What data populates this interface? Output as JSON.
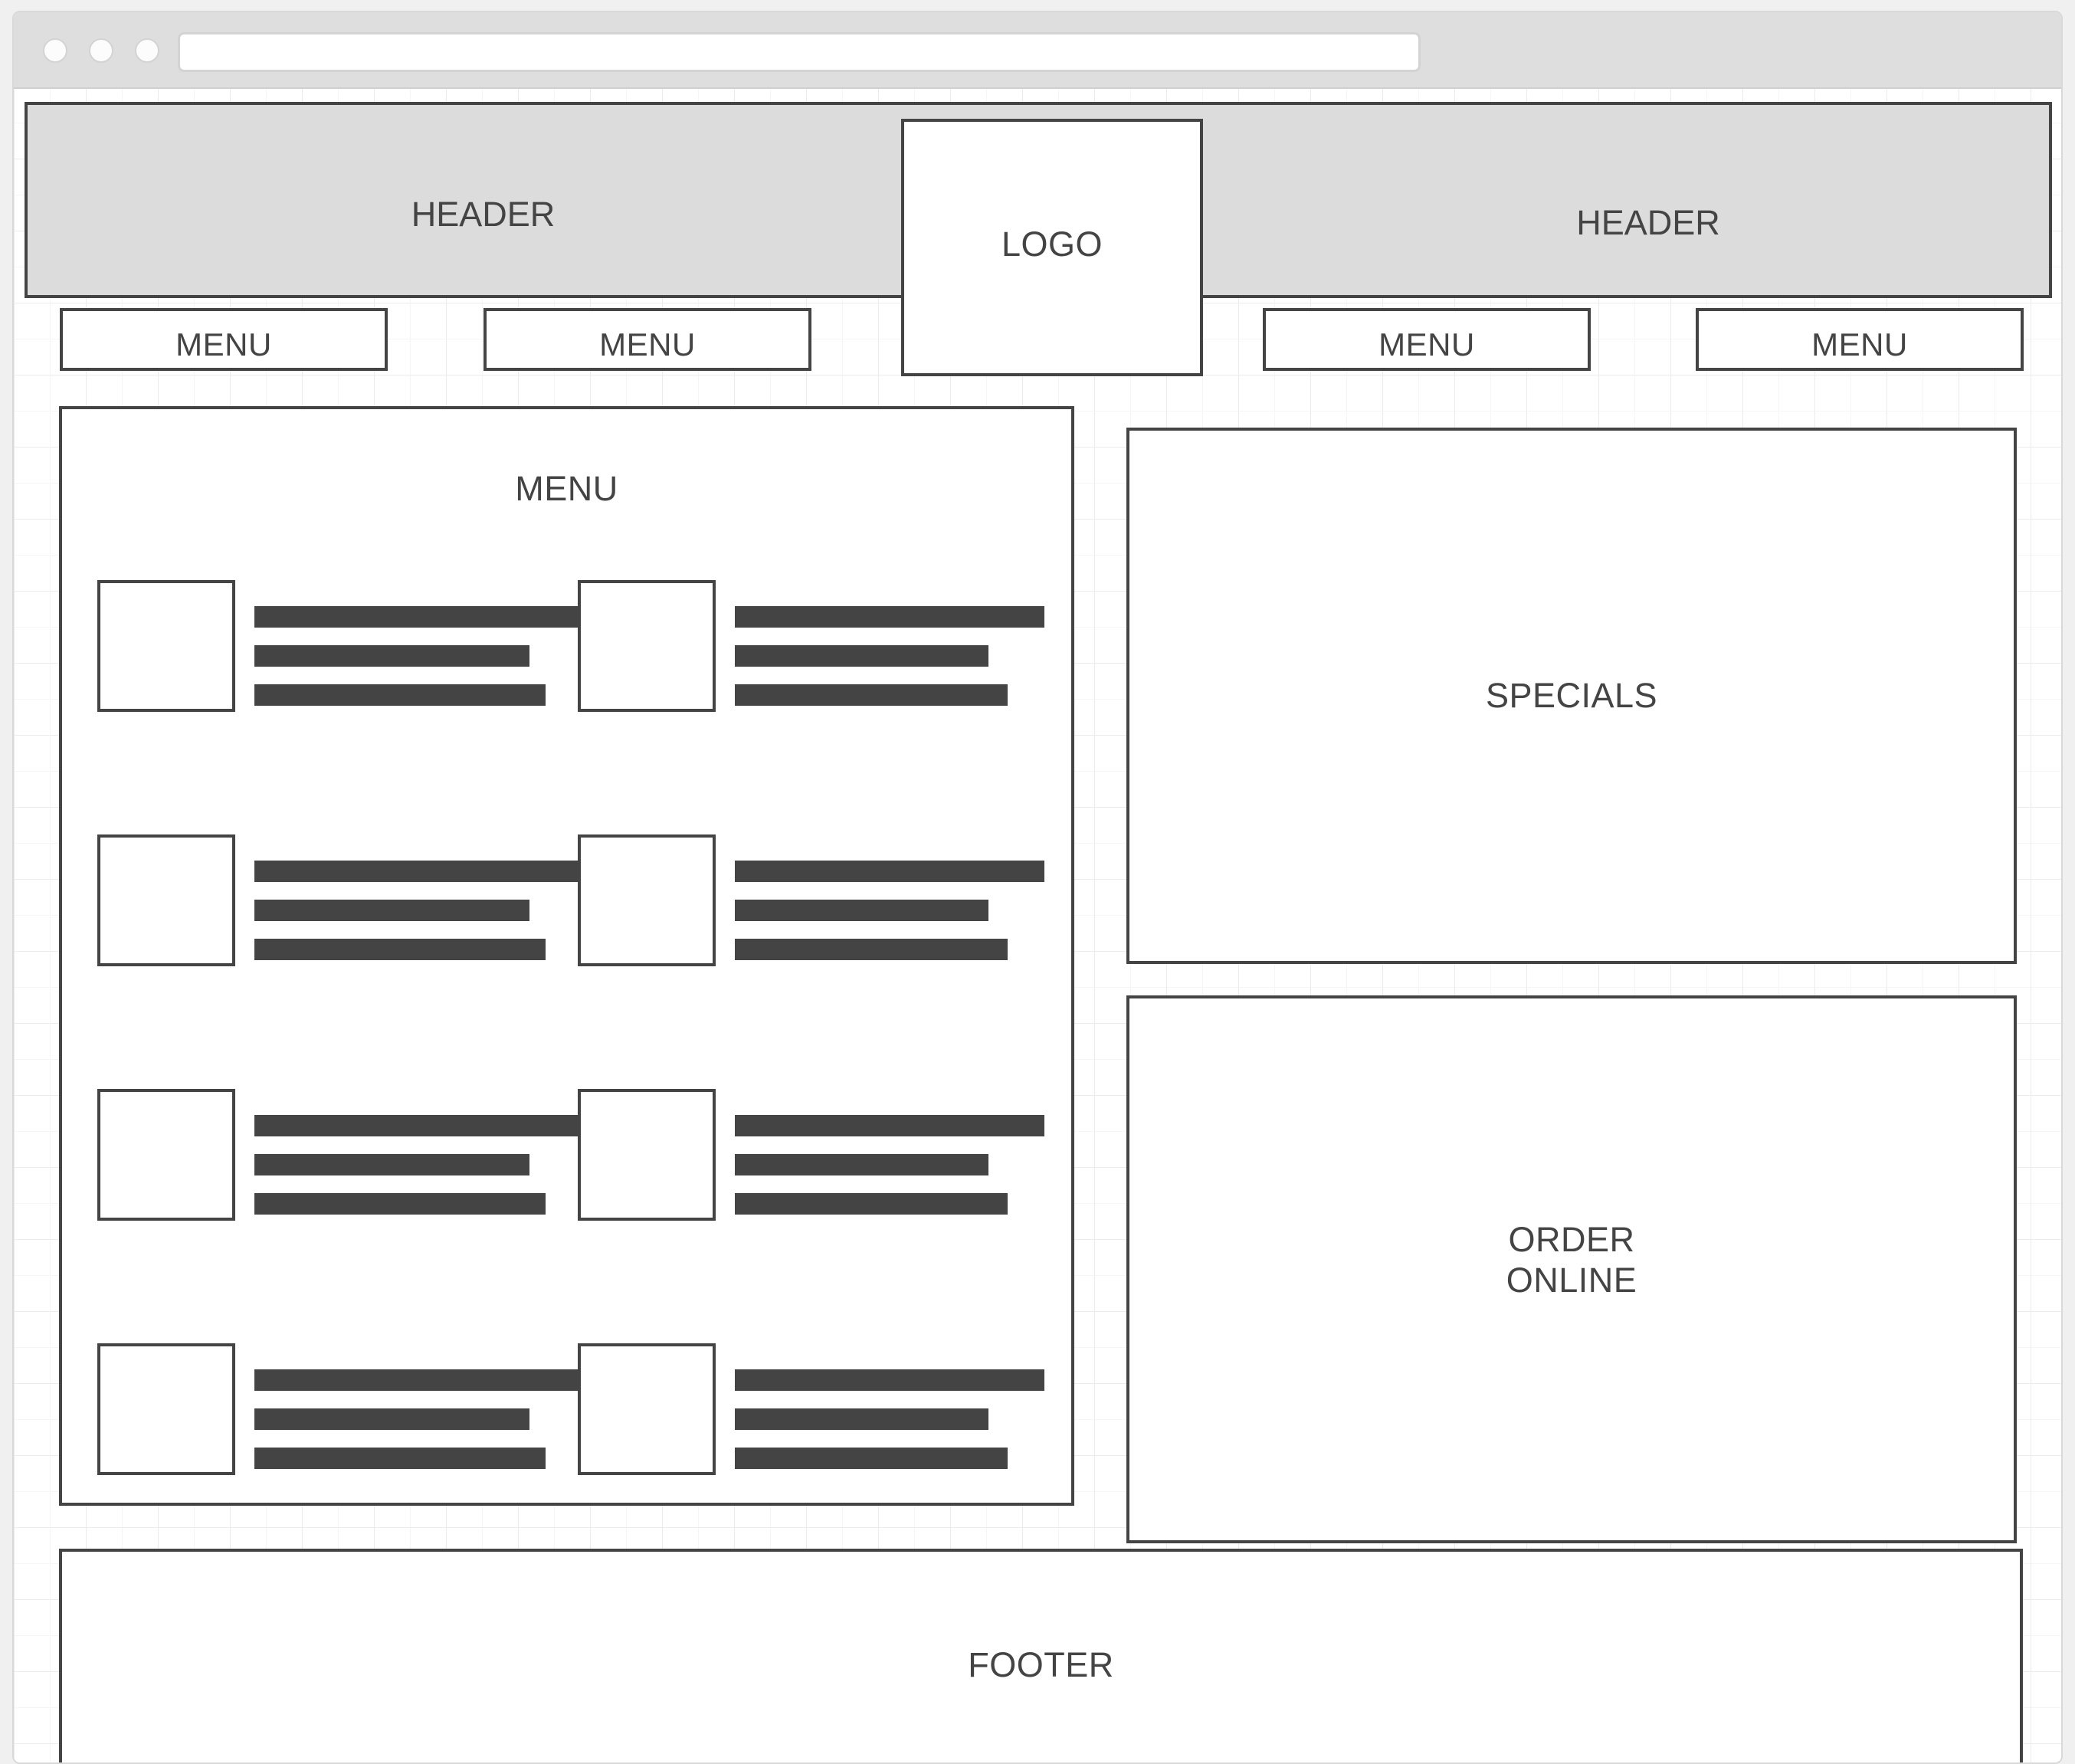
{
  "browser": {
    "traffic_lights": [
      "close-dot",
      "minimize-dot",
      "maximize-dot"
    ],
    "address_bar": {
      "value": "",
      "placeholder": ""
    }
  },
  "header": {
    "left_label": "HEADER",
    "right_label": "HEADER",
    "logo_label": "LOGO",
    "background_color": "#dcdcdc"
  },
  "nav": {
    "items": [
      {
        "label": "MENU"
      },
      {
        "label": "MENU"
      },
      {
        "label": "MENU"
      },
      {
        "label": "MENU"
      }
    ]
  },
  "menu_panel": {
    "title": "MENU",
    "items": [
      {
        "thumb": "image-placeholder",
        "line_widths": [
          "100%",
          "85%",
          "90%"
        ]
      },
      {
        "thumb": "image-placeholder",
        "line_widths": [
          "100%",
          "82%",
          "88%"
        ]
      },
      {
        "thumb": "image-placeholder",
        "line_widths": [
          "100%",
          "85%",
          "90%"
        ]
      },
      {
        "thumb": "image-placeholder",
        "line_widths": [
          "100%",
          "82%",
          "88%"
        ]
      },
      {
        "thumb": "image-placeholder",
        "line_widths": [
          "100%",
          "85%",
          "90%"
        ]
      },
      {
        "thumb": "image-placeholder",
        "line_widths": [
          "100%",
          "82%",
          "88%"
        ]
      },
      {
        "thumb": "image-placeholder",
        "line_widths": [
          "100%",
          "85%",
          "90%"
        ]
      },
      {
        "thumb": "image-placeholder",
        "line_widths": [
          "100%",
          "82%",
          "88%"
        ]
      }
    ]
  },
  "specials_panel": {
    "label": "SPECIALS"
  },
  "order_panel": {
    "label": "ORDER\nONLINE"
  },
  "footer": {
    "label": "FOOTER"
  },
  "colors": {
    "stroke": "#444444",
    "header_fill": "#dcdcdc",
    "bar_fill": "#444444",
    "grid_line": "#ececec",
    "page_bg": "#f0f0f0",
    "chrome": "#dedede"
  }
}
